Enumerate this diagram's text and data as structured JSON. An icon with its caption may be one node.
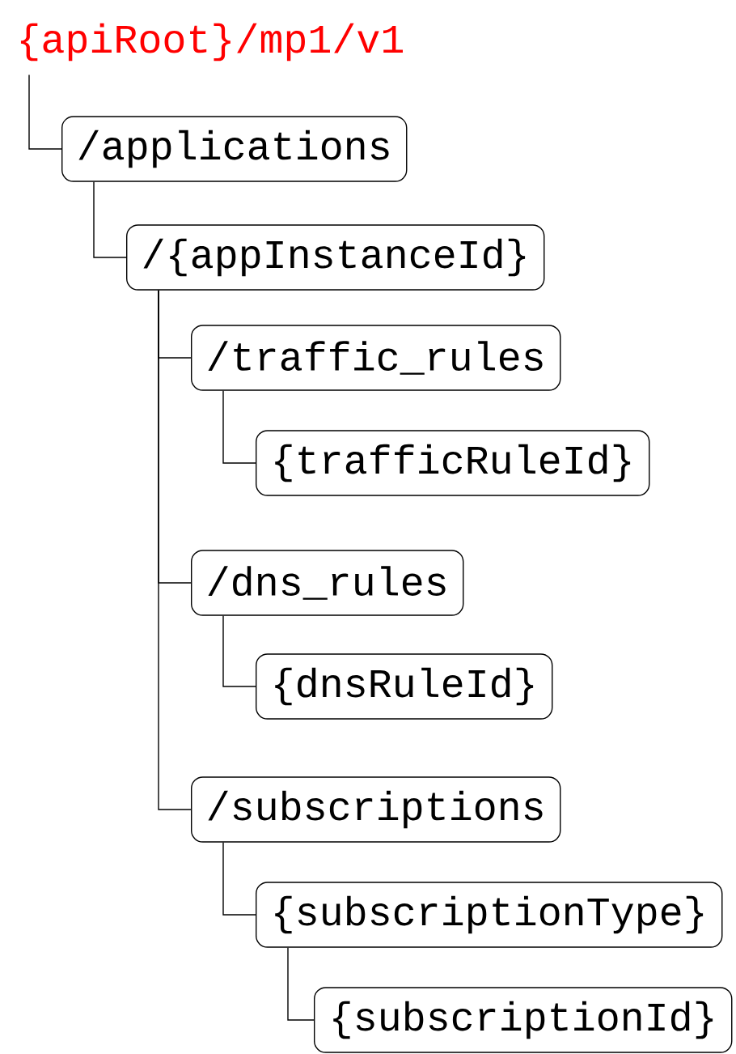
{
  "diagram": {
    "nodes": [
      {
        "text": [
          "{apiRoot}/mp1/v1"
        ]
      },
      {
        "text": [
          "/applications"
        ]
      },
      {
        "text": [
          "/{appInstanceId}"
        ]
      },
      {
        "text": [
          "/traffic_rules"
        ]
      },
      {
        "text": [
          "{trafficRuleId}"
        ]
      },
      {
        "text": [
          "/dns_rules"
        ]
      },
      {
        "text": [
          "{dnsRuleId}"
        ]
      },
      {
        "text": [
          "/subscriptions"
        ]
      },
      {
        "text": [
          "{subscriptionType}"
        ]
      },
      {
        "text": [
          "{subscriptionId}"
        ]
      }
    ],
    "edges": [
      {
        "from": 0,
        "to": 1,
        "arrow": "none"
      },
      {
        "from": 1,
        "to": 2,
        "arrow": "none"
      },
      {
        "from": 2,
        "to": 3,
        "arrow": "none"
      },
      {
        "from": 3,
        "to": 4,
        "arrow": "none"
      },
      {
        "from": 2,
        "to": 5,
        "arrow": "none"
      },
      {
        "from": 5,
        "to": 6,
        "arrow": "none"
      },
      {
        "from": 2,
        "to": 7,
        "arrow": "none"
      },
      {
        "from": 7,
        "to": 8,
        "arrow": "none"
      },
      {
        "from": 8,
        "to": 9,
        "arrow": "none"
      }
    ]
  }
}
